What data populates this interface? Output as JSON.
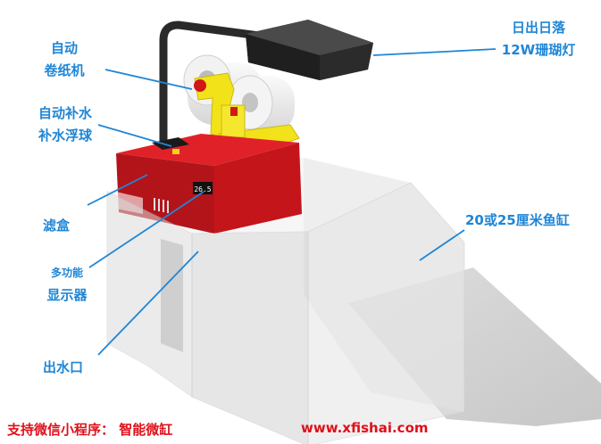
{
  "labels": {
    "auto_roll_line1": "自动",
    "auto_roll_line2": "卷纸机",
    "auto_refill_line1": "自动补水",
    "auto_refill_line2": "补水浮球",
    "filter_box": "滤盒",
    "display_line1": "多功能",
    "display_line2": "显示器",
    "outlet": "出水口",
    "light_line1": "日出日落",
    "light_line2": "12W珊瑚灯",
    "tank": "20或25厘米鱼缸"
  },
  "device": {
    "display_value": "26.5"
  },
  "footer": {
    "miniprogram": "支持微信小程序：  智能微缸",
    "website": "www.xfishai.com"
  },
  "colors": {
    "label": "#1f86d6",
    "footer": "#e0101a",
    "body_red": "#c4151b",
    "bracket_yellow": "#f2e21a"
  }
}
